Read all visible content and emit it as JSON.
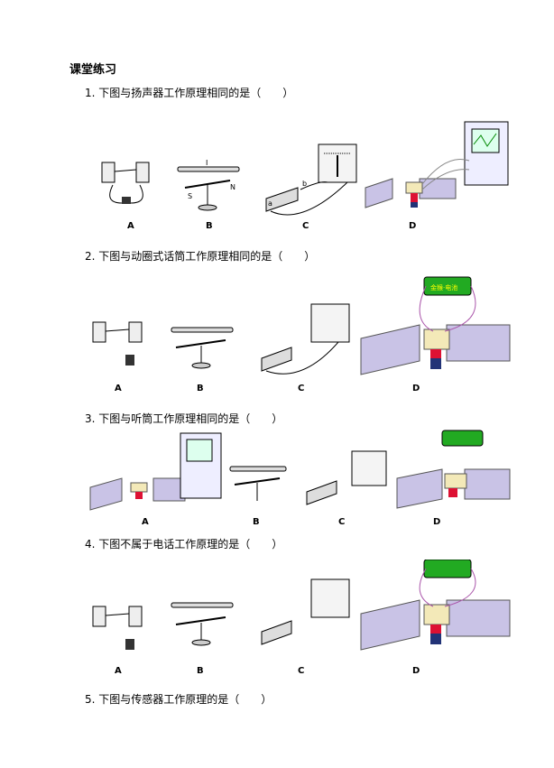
{
  "title": "课堂练习",
  "questions": [
    {
      "num": "1.",
      "text": "下图与扬声器工作原理相同的是（　　）"
    },
    {
      "num": "2.",
      "text": "下图与动圈式话筒工作原理相同的是（　　）"
    },
    {
      "num": "3.",
      "text": "下图与听筒工作原理相同的是（　　）"
    },
    {
      "num": "4.",
      "text": "下图不属于电话工作原理的是（　　）"
    },
    {
      "num": "5.",
      "text": "下图与传感器工作原理的是（　　）"
    }
  ],
  "options": [
    "A",
    "B",
    "C",
    "D"
  ],
  "pole_labels": {
    "s": "S",
    "n": "N",
    "current": "I",
    "a": "a",
    "b": "b"
  },
  "battery_label": "金猴·电池"
}
